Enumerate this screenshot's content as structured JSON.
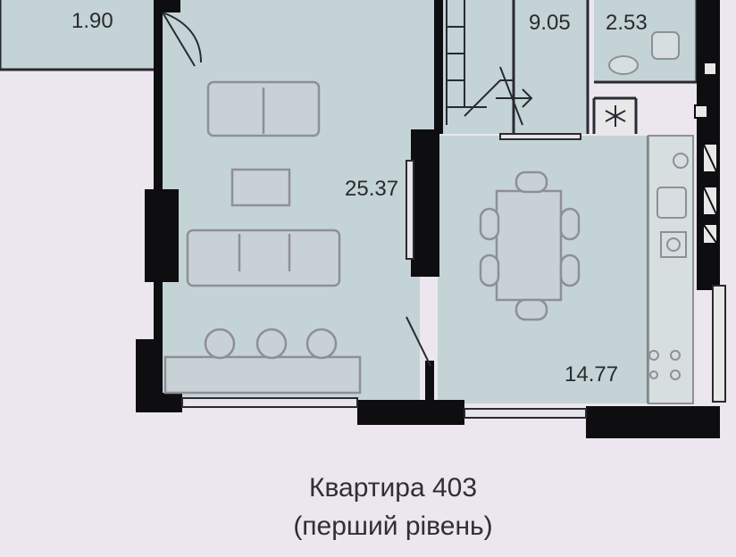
{
  "rooms": [
    {
      "id": "hall",
      "area": "1.90"
    },
    {
      "id": "stair",
      "area": "9.05"
    },
    {
      "id": "bathroom",
      "area": "2.53"
    },
    {
      "id": "living",
      "area": "25.37"
    },
    {
      "id": "kitchen",
      "area": "14.77"
    }
  ],
  "caption": {
    "title": "Квартира 403",
    "subtitle": "(перший рівень)"
  },
  "colors": {
    "room_fill": "#c3d3d6",
    "wall": "#0e0e10",
    "furniture": "#8f8f96",
    "background": "#ece6ee"
  },
  "icons": [
    "snowflake-icon",
    "stove-icon",
    "sink-icon",
    "toilet-icon",
    "door-swing-icon",
    "stair-arrow-icon"
  ]
}
